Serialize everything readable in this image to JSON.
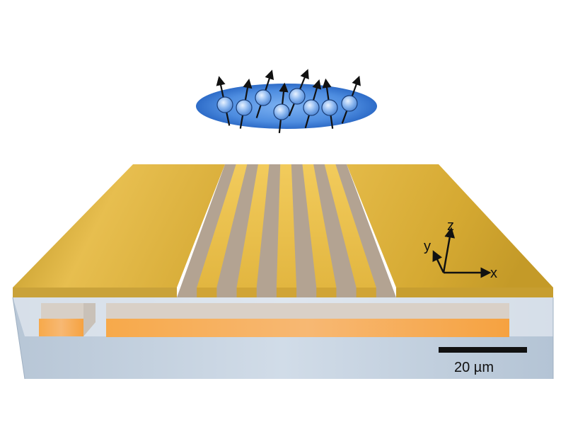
{
  "figure": {
    "axes": {
      "x_label": "x",
      "y_label": "y",
      "z_label": "z"
    },
    "scale_bar": {
      "label": "20 µm"
    },
    "atom_cloud": {
      "atom_count": 8
    },
    "electrode_fingers": 5,
    "colors": {
      "gold_light": "#F0C85A",
      "gold_dark": "#B48A1E",
      "substrate": "#C9D6E4",
      "waveguide": "#F4A64A",
      "cloud": "#3D7FD8",
      "atom": "#8DB8F0"
    }
  }
}
